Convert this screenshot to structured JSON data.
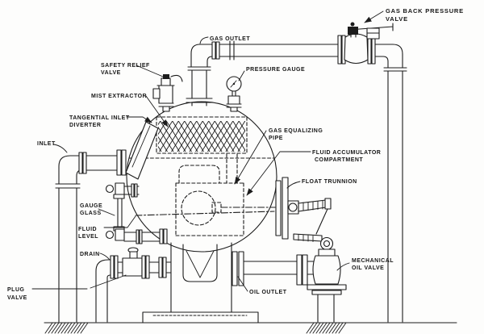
{
  "meta": {
    "ink_color": "#1c1c1c",
    "paper_color": "#fdfdfc",
    "diagram_subject": "Spherical oil and gas separator vessel, labeled line drawing"
  },
  "labels": {
    "gas_back_pressure_valve": {
      "lines": [
        "GAS BACK PRESSURE",
        "VALVE"
      ]
    },
    "gas_outlet": {
      "lines": [
        "GAS OUTLET"
      ]
    },
    "safety_relief_valve": {
      "lines": [
        "SAFETY RELIEF",
        "VALVE"
      ]
    },
    "pressure_gauge": {
      "lines": [
        "PRESSURE GAUGE"
      ]
    },
    "mist_extractor": {
      "lines": [
        "MIST EXTRACTOR"
      ]
    },
    "tangential_inlet_diverter": {
      "lines": [
        "TANGENTIAL INLET",
        "DIVERTER"
      ]
    },
    "inlet": {
      "lines": [
        "INLET"
      ]
    },
    "gas_equalizing_pipe": {
      "lines": [
        "GAS EQUALIZING",
        "PIPE"
      ]
    },
    "fluid_accumulator_compartment": {
      "lines": [
        "FLUID ACCUMULATOR",
        "COMPARTMENT"
      ]
    },
    "float_trunnion": {
      "lines": [
        "FLOAT TRUNNION"
      ]
    },
    "gauge_glass": {
      "lines": [
        "GAUGE",
        "GLASS"
      ]
    },
    "fluid_level": {
      "lines": [
        "FLUID",
        "LEVEL"
      ]
    },
    "drain": {
      "lines": [
        "DRAIN"
      ]
    },
    "plug_valve": {
      "lines": [
        "PLUG",
        "VALVE"
      ]
    },
    "oil_outlet": {
      "lines": [
        "OIL OUTLET"
      ]
    },
    "mechanical_oil_valve": {
      "lines": [
        "MECHANICAL",
        "OIL VALVE"
      ]
    }
  }
}
